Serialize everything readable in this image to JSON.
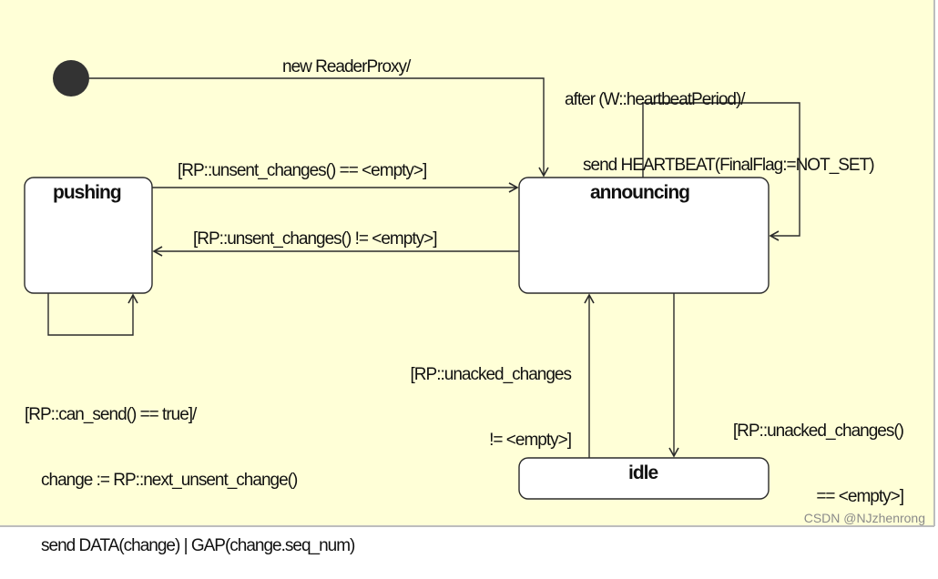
{
  "diagram": {
    "states": {
      "pushing": "pushing",
      "announcing": "announcing",
      "idle": "idle"
    },
    "transitions": {
      "initial": "new ReaderProxy/",
      "heartbeat": [
        "after (W::heartbeatPeriod)/",
        "send HEARTBEAT(FinalFlag:=NOT_SET)"
      ],
      "to_announcing": "[RP::unsent_changes() == <empty>]",
      "to_pushing": "[RP::unsent_changes() != <empty>]",
      "idle_to_announcing": [
        "[RP::unacked_changes",
        "!= <empty>]"
      ],
      "announcing_to_idle": [
        "[RP::unacked_changes()",
        "== <empty>]"
      ],
      "pushing_self": [
        "[RP::can_send() == true]/",
        "change := RP::next_unsent_change()",
        "send DATA(change) | GAP(change.seq_num)"
      ]
    },
    "colors": {
      "background": "#ffffd7",
      "line": "#2b2b2b",
      "initial_dot": "#333333"
    }
  },
  "watermark": "CSDN @NJzhenrong"
}
